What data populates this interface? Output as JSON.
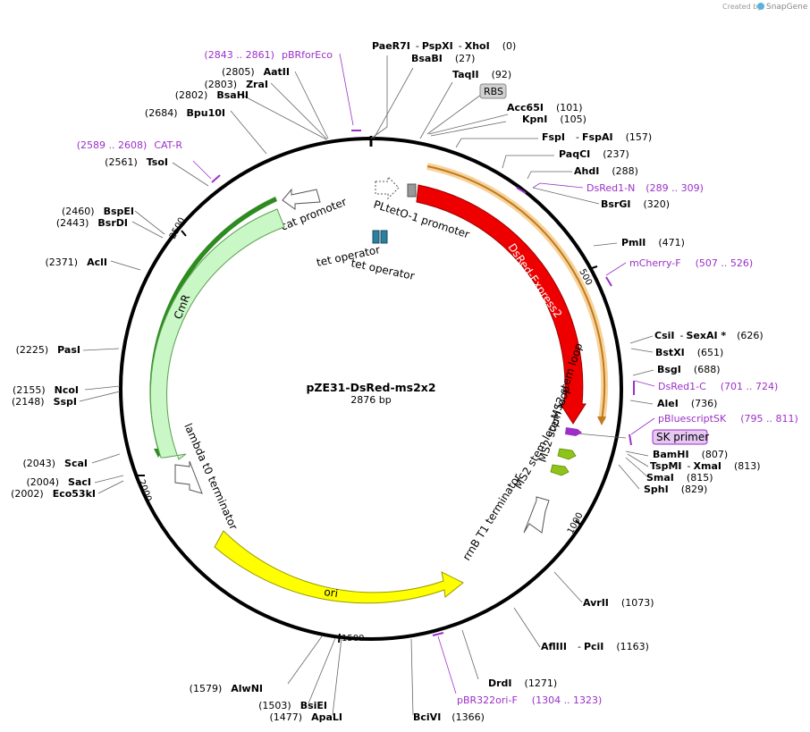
{
  "credit": "Created by",
  "brand": "SnapGene",
  "title": "pZE31-DsRed-ms2x2",
  "size": "2876 bp",
  "ticks": [
    "500",
    "1000",
    "1500",
    "2000",
    "2500"
  ],
  "colors": {
    "dsred": "#ee0000",
    "mcherry": "#e8a23a",
    "cmr": "#c9f7c6",
    "cmr_outer": "#2e8b20",
    "ori": "#ffff00",
    "primer": "#9b30c8",
    "tet_operator": "#2d7fa0"
  },
  "features": {
    "dsred": "DsRed-Express2",
    "cmr": "CmR",
    "ori": "ori",
    "cat_promoter": "cat promoter",
    "pltet": "PLtetO-1 promoter",
    "tet_op1": "tet operator",
    "tet_op2": "tet operator",
    "lambda": "lambda t0 terminator",
    "rrnb": "rrnB T1 terminator",
    "ms2a": "MS2 stem loop",
    "ms2b": "MS2 stem loop",
    "rbs": "RBS",
    "sk": "SK primer"
  },
  "sites_right": [
    {
      "name": "PaeR7I",
      "sep": "-",
      "name2": "PspXI",
      "sep2": "-",
      "name3": "XhoI",
      "pos": "(0)"
    },
    {
      "name": "BsaBI",
      "pos": "(27)"
    },
    {
      "name": "TaqII",
      "pos": "(92)"
    },
    {
      "name": "Acc65I",
      "pos": "(101)"
    },
    {
      "name": "KpnI",
      "pos": "(105)"
    },
    {
      "name": "FspI",
      "sep": "-",
      "name2": "FspAI",
      "pos": "(157)"
    },
    {
      "name": "PaqCI",
      "pos": "(237)"
    },
    {
      "name": "AhdI",
      "pos": "(288)"
    },
    {
      "name": "BsrGI",
      "pos": "(320)"
    },
    {
      "name": "PmlI",
      "pos": "(471)"
    },
    {
      "name": "CsiI",
      "sep": "-",
      "name2": "SexAI *",
      "pos": "(626)"
    },
    {
      "name": "BstXI",
      "pos": "(651)"
    },
    {
      "name": "BsgI",
      "pos": "(688)"
    },
    {
      "name": "AleI",
      "pos": "(736)"
    },
    {
      "name": "BamHI",
      "pos": "(807)"
    },
    {
      "name": "TspMI",
      "sep": "-",
      "name2": "XmaI",
      "pos": "(813)"
    },
    {
      "name": "SmaI",
      "pos": "(815)"
    },
    {
      "name": "SphI",
      "pos": "(829)"
    },
    {
      "name": "AvrII",
      "pos": "(1073)"
    },
    {
      "name": "AflIII",
      "sep": "-",
      "name2": "PciI",
      "pos": "(1163)"
    },
    {
      "name": "DrdI",
      "pos": "(1271)"
    },
    {
      "name": "BciVI",
      "pos": "(1366)"
    }
  ],
  "sites_left": [
    {
      "pos": "(2805)",
      "name": "AatII"
    },
    {
      "pos": "(2803)",
      "name": "ZraI"
    },
    {
      "pos": "(2802)",
      "name": "BsaHI"
    },
    {
      "pos": "(2684)",
      "name": "Bpu10I"
    },
    {
      "pos": "(2561)",
      "name": "TsoI"
    },
    {
      "pos": "(2460)",
      "name": "BspEI"
    },
    {
      "pos": "(2443)",
      "name": "BsrDI"
    },
    {
      "pos": "(2371)",
      "name": "AclI"
    },
    {
      "pos": "(2225)",
      "name": "PasI"
    },
    {
      "pos": "(2155)",
      "name": "NcoI"
    },
    {
      "pos": "(2148)",
      "name": "SspI"
    },
    {
      "pos": "(2043)",
      "name": "ScaI"
    },
    {
      "pos": "(2004)",
      "name": "SacI"
    },
    {
      "pos": "(2002)",
      "name": "Eco53kI"
    },
    {
      "pos": "(1579)",
      "name": "AlwNI"
    },
    {
      "pos": "(1503)",
      "name": "BsiEI"
    },
    {
      "pos": "(1477)",
      "name": "ApaLI"
    }
  ],
  "primers": [
    {
      "range": "(2843 .. 2861)",
      "name": "pBRforEco"
    },
    {
      "range": "(2589 .. 2608)",
      "name": "CAT-R"
    },
    {
      "name": "DsRed1-N",
      "range": "(289 .. 309)"
    },
    {
      "name": "mCherry-F",
      "range": "(507 .. 526)"
    },
    {
      "name": "DsRed1-C",
      "range": "(701 .. 724)"
    },
    {
      "name": "pBluescriptSK",
      "range": "(795 .. 811)"
    },
    {
      "name": "pBR322ori-F",
      "range": "(1304 .. 1323)"
    }
  ]
}
